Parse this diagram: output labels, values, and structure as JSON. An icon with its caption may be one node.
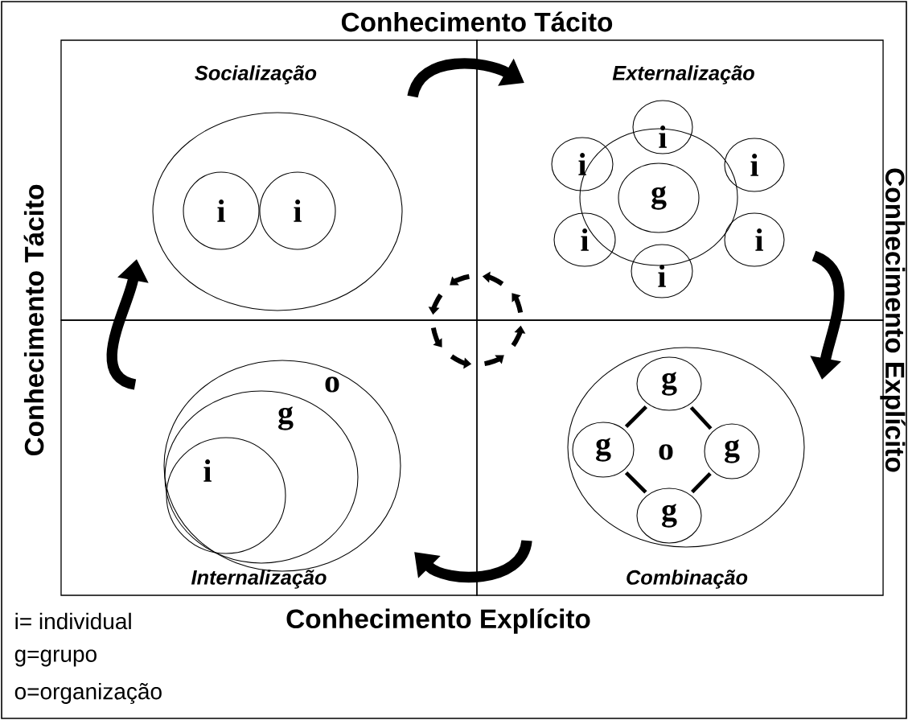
{
  "diagram": {
    "nodes": [
      {
        "text": [
          "Socialização"
        ]
      },
      {
        "text": [
          "Externalização"
        ]
      },
      {
        "text": [
          "Combinação"
        ]
      },
      {
        "text": [
          "Internalização"
        ]
      },
      {
        "text": [],
        "shape": "circle",
        "in": 0
      },
      {
        "text": [
          "i"
        ],
        "in": 4
      },
      {
        "text": [
          "i"
        ],
        "in": 4
      },
      {
        "text": [],
        "shape": "circle",
        "in": 1
      },
      {
        "text": [
          "g"
        ],
        "in": 7
      },
      {
        "text": [
          "i"
        ],
        "in": 1
      },
      {
        "text": [
          "i"
        ],
        "in": 1
      },
      {
        "text": [
          "i"
        ],
        "in": 1
      },
      {
        "text": [
          "i"
        ],
        "in": 1
      },
      {
        "text": [
          "i"
        ],
        "in": 1
      },
      {
        "text": [
          "i"
        ],
        "in": 1
      },
      {
        "text": [
          "o"
        ],
        "in": 3
      },
      {
        "text": [
          "g"
        ],
        "in": 15
      },
      {
        "text": [
          "i"
        ],
        "in": 16
      },
      {
        "text": [
          "o"
        ],
        "in": 2
      },
      {
        "text": [
          "g"
        ],
        "in": 18
      },
      {
        "text": [
          "g"
        ],
        "in": 18
      },
      {
        "text": [
          "g"
        ],
        "in": 18
      },
      {
        "text": [
          "g"
        ],
        "in": 18
      }
    ],
    "edges": [
      {
        "from": 19,
        "to": 20,
        "arrow": "none"
      },
      {
        "from": 19,
        "to": 21,
        "arrow": "none"
      },
      {
        "from": 20,
        "to": 22,
        "arrow": "none"
      },
      {
        "from": 21,
        "to": 22,
        "arrow": "none"
      }
    ],
    "labels": [
      "Conhecimento Tácito",
      "Conhecimento Tácito",
      "Conhecimento Explícito",
      "i= individual",
      "Conhecimento Explícito",
      "g=grupo",
      "o=organização"
    ]
  }
}
